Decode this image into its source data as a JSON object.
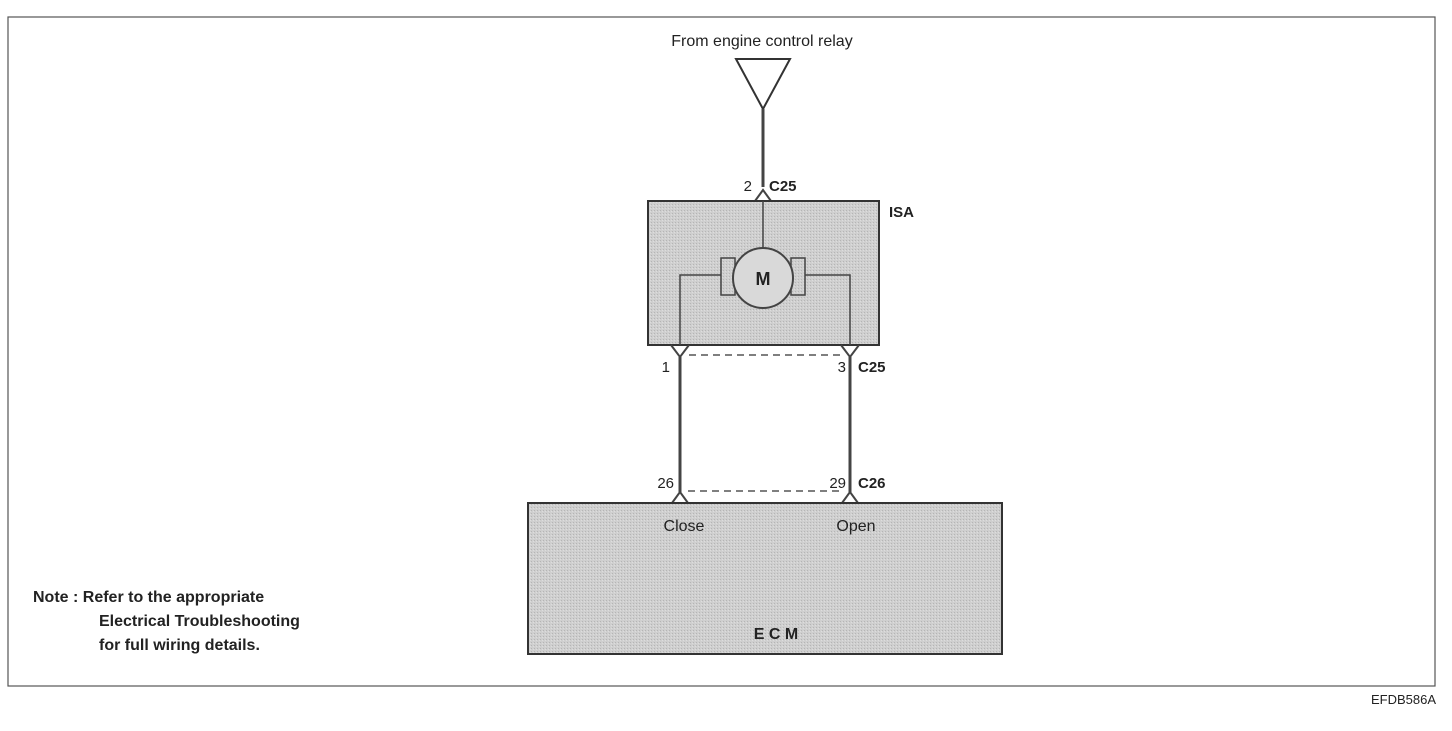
{
  "source_label": "From engine control relay",
  "isa": {
    "name": "ISA",
    "motor_symbol": "M"
  },
  "c25_top": {
    "pin": "2",
    "connector": "C25"
  },
  "c25_bottom": {
    "pin_left": "1",
    "pin_right": "3",
    "connector": "C25"
  },
  "c26": {
    "pin_left": "26",
    "pin_right": "29",
    "connector": "C26"
  },
  "ecm": {
    "name": "E C M",
    "close_label": "Close",
    "open_label": "Open"
  },
  "note": {
    "line1": "Note : Refer to the appropriate",
    "line2": "Electrical Troubleshooting",
    "line3": "for full wiring details."
  },
  "figure_code": "EFDB586A"
}
